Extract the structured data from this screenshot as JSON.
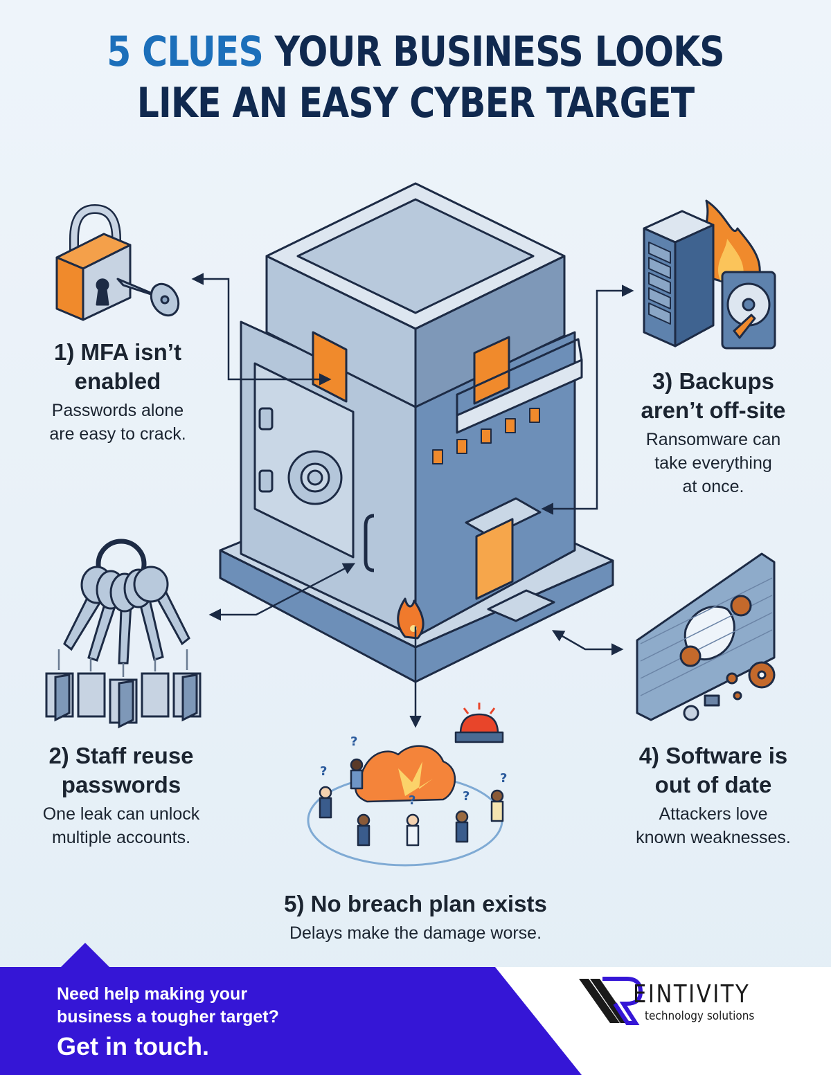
{
  "title": {
    "accent_part": "5 CLUES",
    "rest_line1": " YOUR BUSINESS LOOKS",
    "line2": "LIKE AN EASY CYBER TARGET"
  },
  "clues": [
    {
      "number": 1,
      "heading_line1": "1) MFA isn’t",
      "heading_line2": "enabled",
      "desc_line1": "Passwords alone",
      "desc_line2": "are easy to crack.",
      "icon": "padlock-with-key-icon"
    },
    {
      "number": 2,
      "heading_line1": "2) Staff reuse",
      "heading_line2": "passwords",
      "desc_line1": "One leak can unlock",
      "desc_line2": "multiple accounts.",
      "icon": "keyring-doors-icon"
    },
    {
      "number": 3,
      "heading_line1": "3) Backups",
      "heading_line2": "aren’t off-site",
      "desc_line1": "Ransomware can",
      "desc_line2": "take everything",
      "desc_line3": "at once.",
      "icon": "burning-server-icon"
    },
    {
      "number": 4,
      "heading_line1": "4) Software is",
      "heading_line2": "out of date",
      "desc_line1": "Attackers love",
      "desc_line2": "known weaknesses.",
      "icon": "broken-wall-gears-icon"
    },
    {
      "number": 5,
      "heading": "5) No breach plan exists",
      "desc": "Delays make the damage worse.",
      "icon": "panic-explosion-icon"
    }
  ],
  "center_illustration": "vulnerable-building-icon",
  "banner": {
    "question_line1": "Need help making your",
    "question_line2": "business a tougher target?",
    "cta": "Get in touch.",
    "color": "#3516d6"
  },
  "logo": {
    "name": "EINTIVITY",
    "tagline": "technology solutions",
    "mark_letter": "R"
  },
  "colors": {
    "title_dark": "#10294f",
    "title_accent": "#1c6fba",
    "building_blue": "#6d8fb8",
    "orange": "#f08a2c"
  }
}
